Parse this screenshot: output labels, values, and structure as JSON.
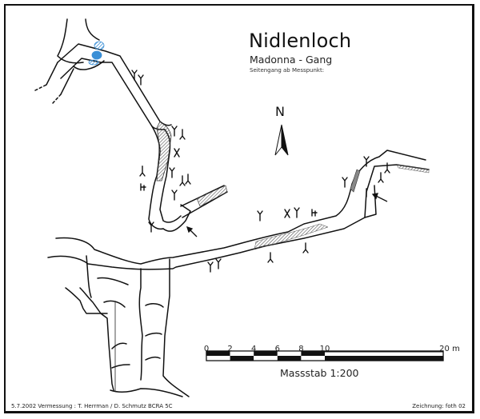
{
  "map": {
    "title": "Nidlenloch",
    "subtitle": "Madonna - Gang",
    "note": "Seitengang ab Messpunkt:",
    "north_label": "N",
    "colors": {
      "line": "#111111",
      "water": "#3a8fd6",
      "hatch": "#555555"
    }
  },
  "scale_bar": {
    "title": "Massstab 1:200",
    "unit": "m",
    "ticks": [
      "0",
      "2",
      "4",
      "6",
      "8",
      "10",
      "20 m"
    ],
    "tick_values": [
      0,
      2,
      4,
      6,
      8,
      10,
      20
    ]
  },
  "footer": {
    "left": "5.7.2002 Vermessung : T. Herrman / D. Schmutz  BCRA 5C",
    "right": "Zeichnung: foth 02"
  }
}
